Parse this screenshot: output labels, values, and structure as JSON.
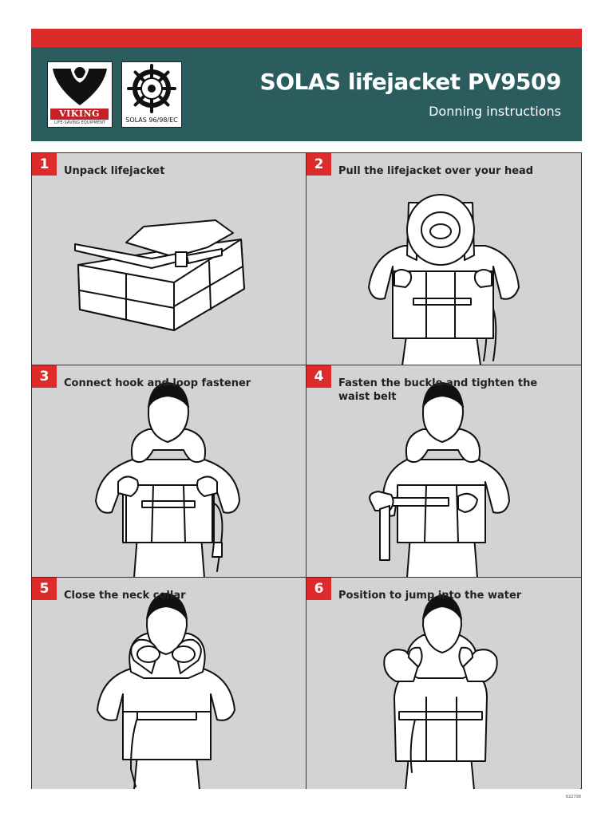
{
  "header": {
    "title": "SOLAS lifejacket PV9509",
    "subtitle": "Donning instructions",
    "accent_color": "#dd2b2b",
    "band_color": "#2c5d5e",
    "brand_logo": {
      "icon": "viking-logo-icon",
      "wordmark": "VIKING",
      "tagline": "LIFE-SAVING EQUIPMENT"
    },
    "certification_logo": {
      "icon": "ships-wheel-icon",
      "text": "SOLAS 96/98/EC"
    }
  },
  "steps": [
    {
      "number": "1",
      "label": "Unpack lifejacket",
      "illustration": "packed-lifejacket-icon"
    },
    {
      "number": "2",
      "label": "Pull the lifejacket over your head",
      "illustration": "person-pulling-lifejacket-icon"
    },
    {
      "number": "3",
      "label": "Connect hook and loop fastener",
      "illustration": "person-fastening-front-icon"
    },
    {
      "number": "4",
      "label": "Fasten the buckle and tighten the waist belt",
      "illustration": "person-tightening-belt-icon"
    },
    {
      "number": "5",
      "label": "Close the neck collar",
      "illustration": "person-closing-collar-icon"
    },
    {
      "number": "6",
      "label": "Position to jump into the water",
      "illustration": "person-jump-position-icon"
    }
  ],
  "footer": {
    "doc_code": "622738"
  }
}
